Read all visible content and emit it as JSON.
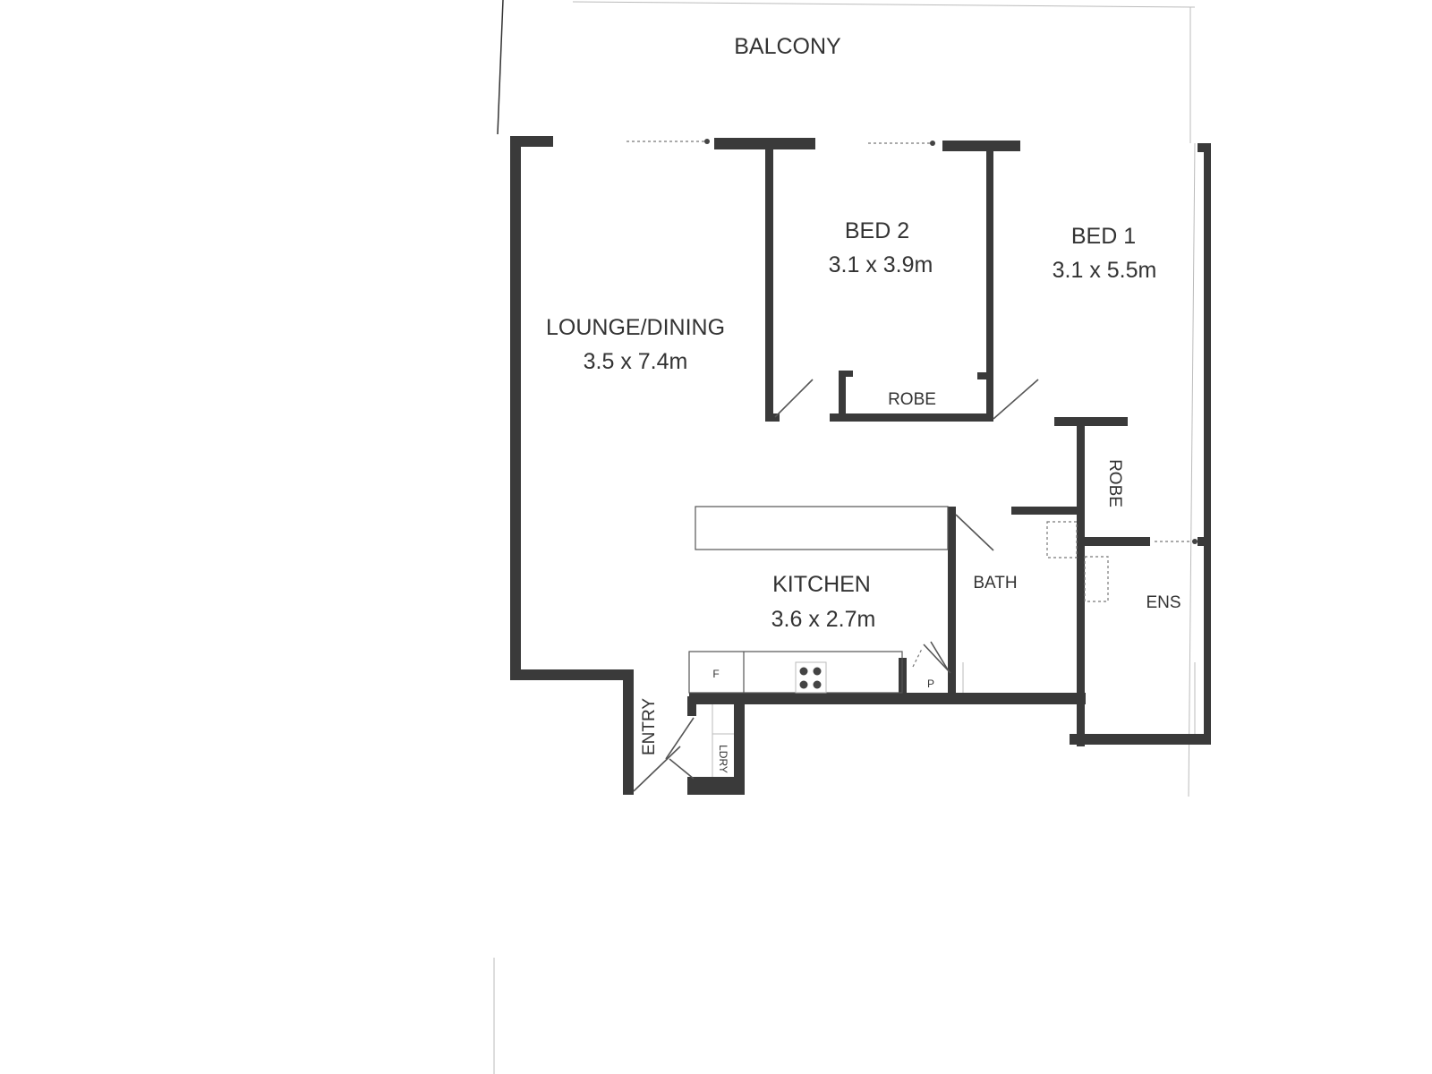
{
  "floorplan": {
    "rooms": {
      "balcony": {
        "name": "BALCONY"
      },
      "lounge_dining": {
        "name": "LOUNGE/DINING",
        "dimensions": "3.5 x 7.4m"
      },
      "bed2": {
        "name": "BED 2",
        "dimensions": "3.1 x 3.9m"
      },
      "bed1": {
        "name": "BED 1",
        "dimensions": "3.1 x 5.5m"
      },
      "kitchen": {
        "name": "KITCHEN",
        "dimensions": "3.6 x 2.7m"
      },
      "bath": {
        "name": "BATH"
      },
      "ensuite": {
        "name": "ENS"
      },
      "robe_bed2": {
        "name": "ROBE"
      },
      "robe_bed1": {
        "name": "ROBE"
      },
      "entry": {
        "name": "ENTRY"
      },
      "laundry": {
        "name": "LDRY"
      }
    },
    "fixtures": {
      "fridge": {
        "label": "F"
      },
      "pantry": {
        "label": "P"
      },
      "cooktop": {
        "burners": 4
      }
    },
    "colors": {
      "wall": "#3a3a3a",
      "background": "#ffffff",
      "text": "#333333"
    }
  }
}
